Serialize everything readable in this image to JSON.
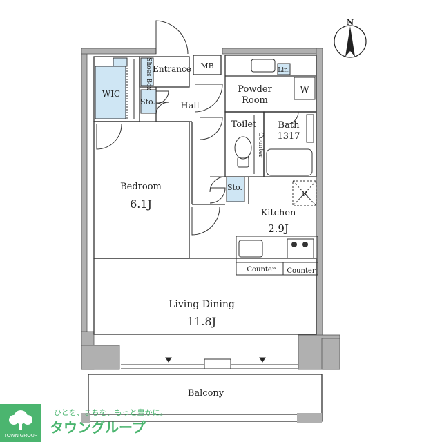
{
  "compass": {
    "label": "N"
  },
  "rooms": {
    "entrance": "Entrance",
    "shoes_box": "Shoes Box",
    "mb": "MB",
    "wic": "WIC",
    "storage_hall": "Sto.",
    "hall": "Hall",
    "powder_room_line1": "Powder",
    "powder_room_line2": "Room",
    "linen": "Lin.",
    "washer": "W",
    "toilet": "Toilet",
    "bath_line1": "Bath",
    "bath_line2": "1317",
    "counter_vertical": "Counter",
    "storage_kitchen": "Sto.",
    "refrigerator": "R",
    "kitchen": "Kitchen",
    "kitchen_size": "2.9J",
    "bedroom": "Bedroom",
    "bedroom_size": "6.1J",
    "counter_1": "Counter",
    "counter_2": "Counter",
    "living_dining": "Living Dining",
    "living_dining_size": "11.8J",
    "balcony": "Balcony"
  },
  "brand": {
    "logo_text": "TOWN GROUP",
    "tagline": "ひとを、まちを、もっと豊かに。",
    "name": "タウングループ"
  },
  "colors": {
    "wall": "#aaaaaa",
    "line": "#333333",
    "storage_fill": "#cfe6f4",
    "brand_green": "#4bb56f"
  }
}
